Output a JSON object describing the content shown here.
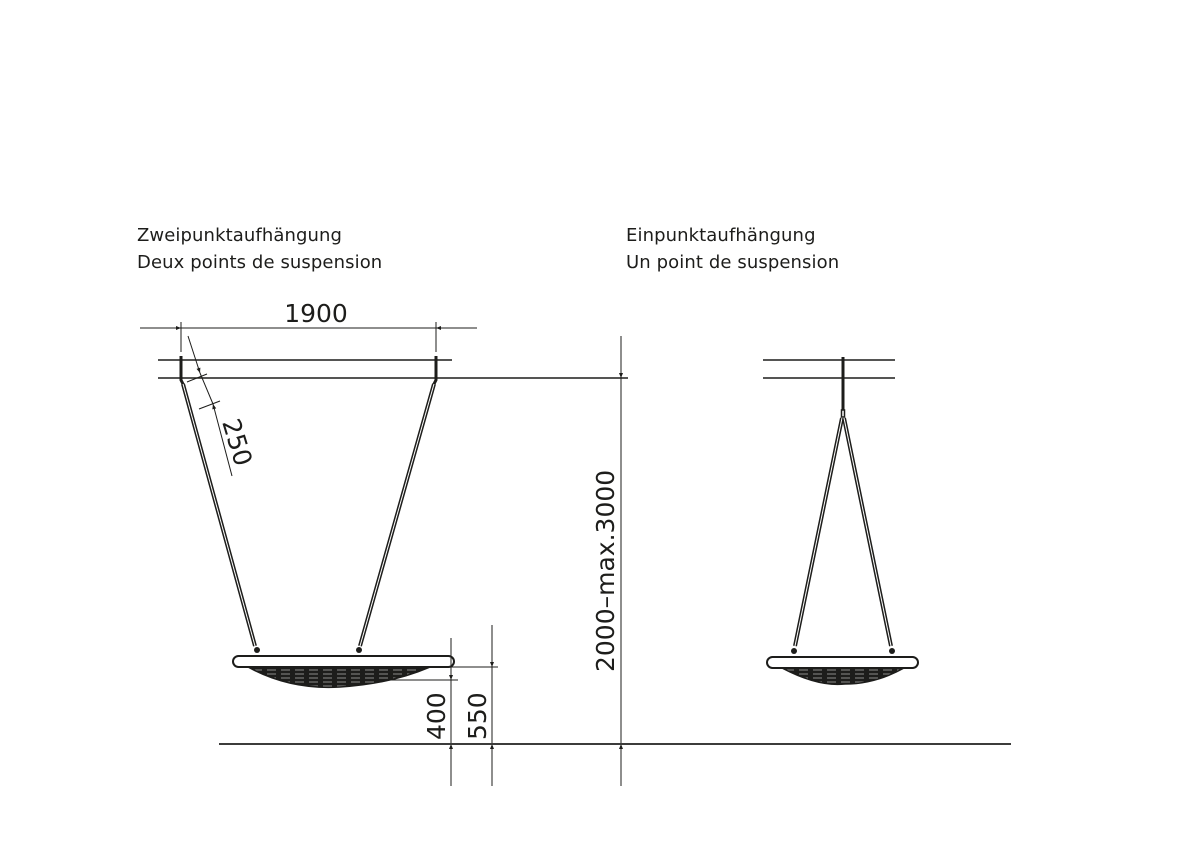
{
  "left_view": {
    "title_de": "Zweipunktaufhängung",
    "title_fr": "Deux points de suspension",
    "dimensions": {
      "width": "1900",
      "rope_offset": "250",
      "seat_bottom_height": "400",
      "seat_top_height": "550"
    }
  },
  "right_view": {
    "title_de": "Einpunktaufhängung",
    "title_fr": "Un point de suspension"
  },
  "shared": {
    "beam_height": "2000–max.3000"
  },
  "colors": {
    "line": "#1d1d1b",
    "ground": "#3c3c3b"
  }
}
